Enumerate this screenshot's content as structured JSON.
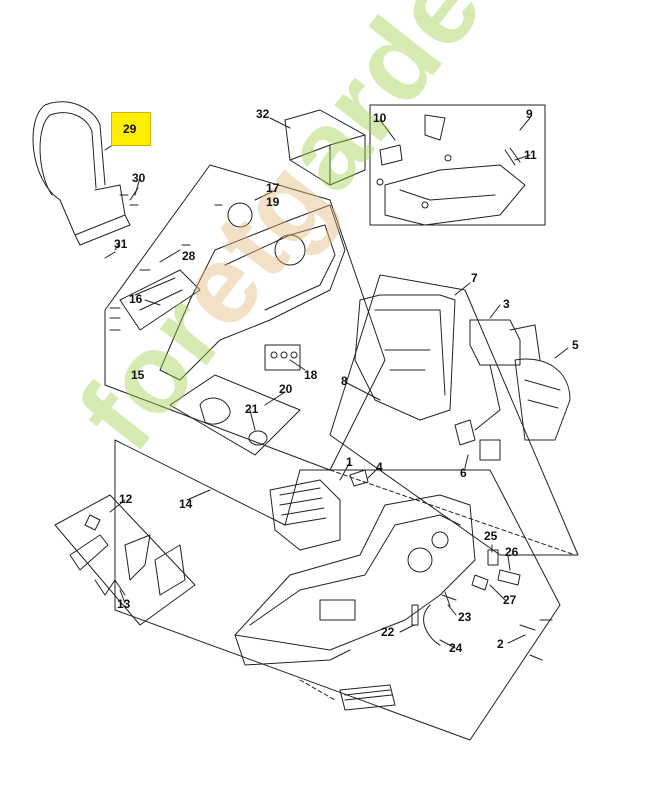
{
  "diagram": {
    "highlight_color": "#ffee00",
    "part_numbers": {
      "p1": "1",
      "p2": "2",
      "p3": "3",
      "p4": "4",
      "p5": "5",
      "p6": "6",
      "p7": "7",
      "p8": "8",
      "p9": "9",
      "p10": "10",
      "p11": "11",
      "p12": "12",
      "p13": "13",
      "p14": "14",
      "p15": "15",
      "p16": "16",
      "p17": "17",
      "p18": "18",
      "p19": "19",
      "p20": "20",
      "p21": "21",
      "p22": "22",
      "p23": "23",
      "p24": "24",
      "p25": "25",
      "p26": "26",
      "p27": "27",
      "p28": "28",
      "p29": "29",
      "p30": "30",
      "p31": "31",
      "p32": "32"
    }
  },
  "watermark": {
    "logo_text": "foretgarden.com",
    "colors": [
      "#9cd04a",
      "#e2b878",
      "#a4a39d"
    ]
  }
}
